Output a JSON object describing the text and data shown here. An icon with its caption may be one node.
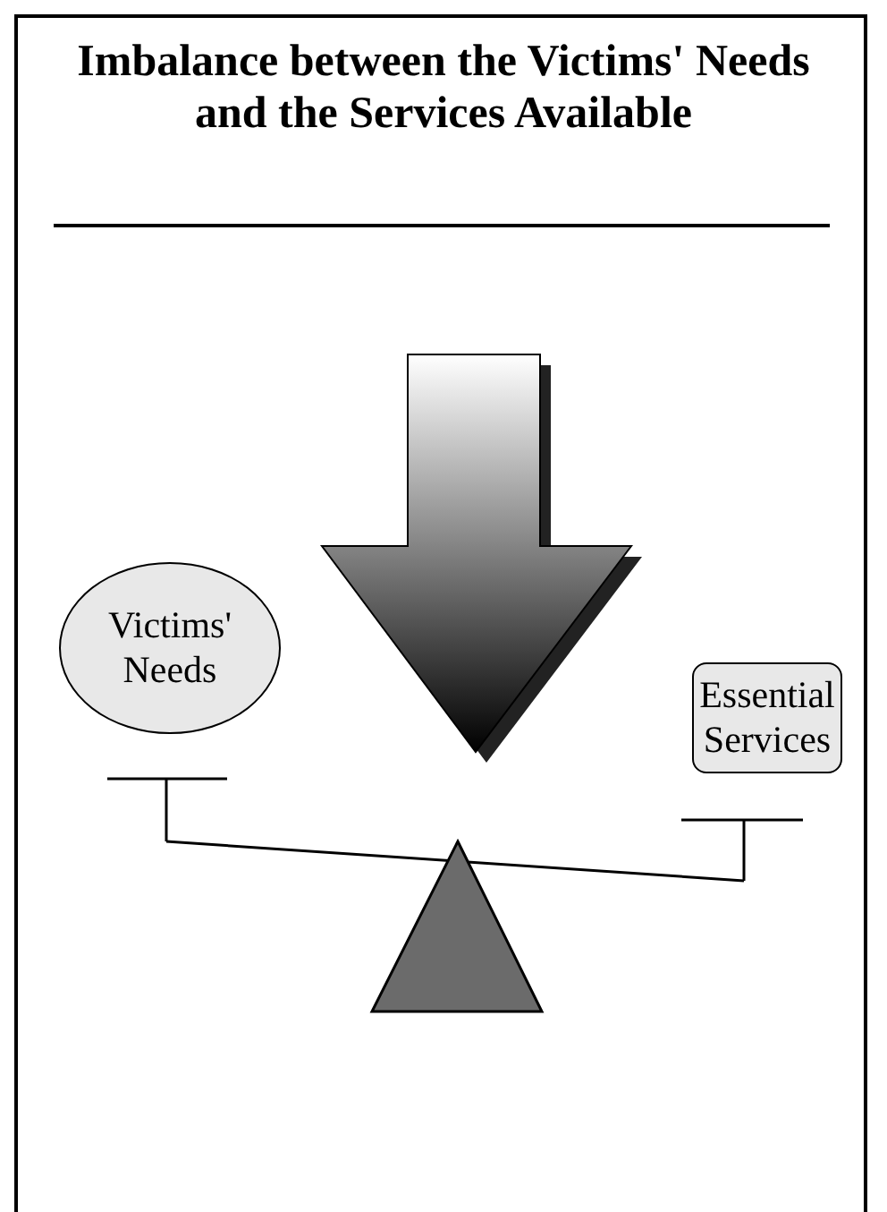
{
  "diagram": {
    "title": "Imbalance between the Victims' Needs and the Services Available",
    "nodes": [
      {
        "text": [
          "Victims' Needs"
        ]
      },
      {
        "text": [
          "Essential Services"
        ]
      }
    ],
    "edges": []
  }
}
